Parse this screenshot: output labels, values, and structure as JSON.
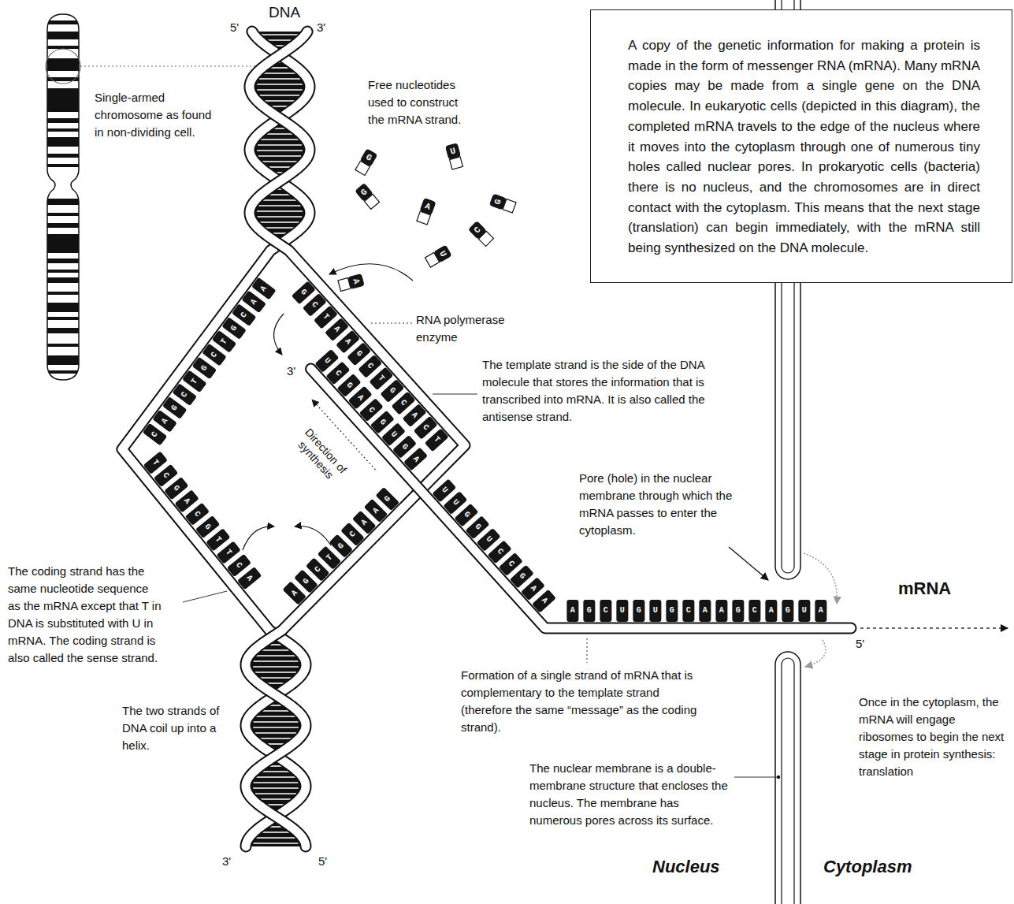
{
  "diagram": {
    "nodes": [
      {
        "text": [
          "A copy of the genetic information for making a protein is made in the form of messenger RNA (mRNA). Many mRNA copies may be made from a single gene on the DNA molecule. In eukaryotic cells (depicted in this diagram), the completed mRNA travels to the edge of the nucleus where it moves into the cytoplasm through one of numerous tiny holes called nuclear pores. In prokaryotic cells (bacteria) there is no nucleus, and the chromosomes are in direct contact with the cytoplasm. This means that the next stage (translation) can begin immediately, with the mRNA still being synthesized on the DNA molecule."
        ]
      }
    ],
    "labels": [
      "DNA",
      "5'",
      "3'",
      "Single-armed chromosome as found in non-dividing cell.",
      "Free nucleotides used to construct the mRNA strand.",
      "G",
      "U",
      "G",
      "A",
      "G",
      "U",
      "C",
      "A",
      "RNA polymerase enzyme",
      "3'",
      "The template strand is the side of the DNA molecule that stores the information that is transcribed into mRNA. It is also called the antisense strand.",
      "Direction of synthesis",
      "Pore (hole) in the nuclear membrane through which the mRNA passes to enter the cytoplasm.",
      "mRNA",
      "5'",
      "The coding strand has the same nucleotide sequence as the mRNA except that T in DNA is substituted with U in mRNA. The coding strand is also called the sense strand.",
      "Formation of a single strand of mRNA that is complementary to the template strand (therefore the same “message” as the coding strand).",
      "The two strands of DNA coil up into a helix.",
      "Once in the cytoplasm, the mRNA will engage ribosomes to begin the next stage in protein synthesis: translation",
      "The nuclear membrane is a double-membrane structure that encloses the nucleus. The membrane has numerous pores across its surface.",
      "3'",
      "5'",
      "Nucleus",
      "Cytoplasm",
      "CAGCTGCTGCAA",
      "TCGACGTTCA",
      "GCTAAGCTGCACT",
      "AGCTGCAAG",
      "UCGACGUGA",
      "UUGGUCCGAA",
      "AGCUGUGCAAGCAGUA"
    ]
  }
}
